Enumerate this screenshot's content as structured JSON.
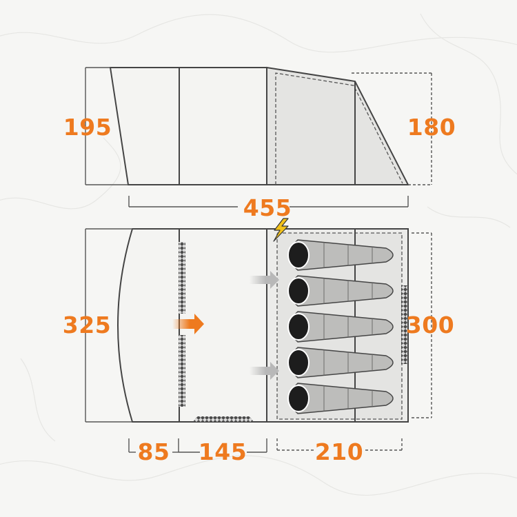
{
  "dimensions": {
    "side_left_height": "195",
    "side_right_height": "180",
    "total_length": "455",
    "floor_left_width": "325",
    "floor_right_width": "300",
    "porch_depth": "85",
    "living_depth": "145",
    "bedroom_depth": "210"
  },
  "icons": {
    "power": "lightning-bolt-icon",
    "entry_arrow": "arrow-right-icon",
    "bedroom_door_arrows": "arrow-right-icon",
    "sleeping_bag": "sleeping-bag-icon"
  },
  "colors": {
    "accent": "#ee7a1f",
    "outline": "#444444",
    "fill_light": "#f4f4f2",
    "fill_bedroom": "#e4e4e2",
    "background": "#f6f6f4"
  },
  "berths": 5
}
